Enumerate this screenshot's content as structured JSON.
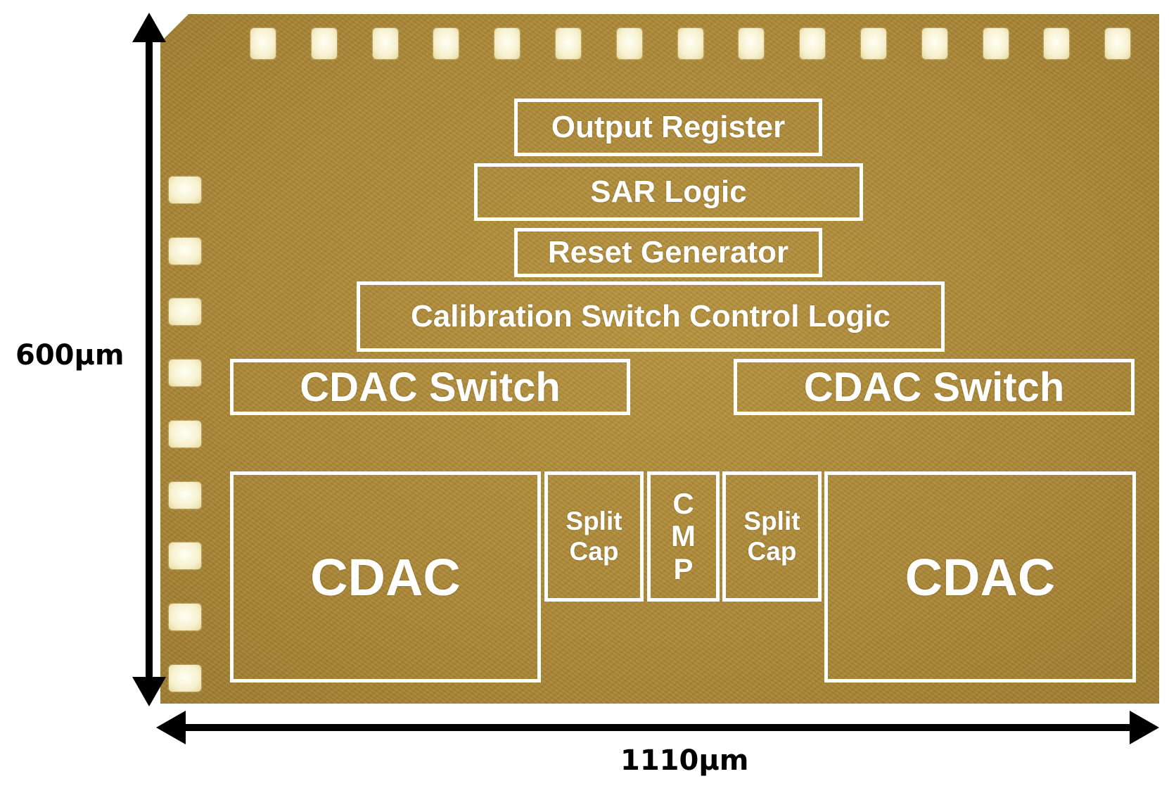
{
  "die": {
    "blocks": {
      "output_register": "Output Register",
      "sar_logic": "SAR Logic",
      "reset_generator": "Reset Generator",
      "calibration_logic": "Calibration Switch Control Logic",
      "cdac_switch_left": "CDAC Switch",
      "cdac_switch_right": "CDAC Switch",
      "cdac_left": "CDAC",
      "cdac_right": "CDAC",
      "split_cap_left": [
        "Split",
        "Cap"
      ],
      "split_cap_right": [
        "Split",
        "Cap"
      ],
      "comparator": [
        "C",
        "M",
        "P"
      ]
    },
    "top_pad_count": 15,
    "left_pad_count": 9,
    "colors": {
      "die": "#ae8a38",
      "outline": "#ffffff",
      "pad": "#f7f1d0",
      "arrow": "#000000"
    }
  },
  "dimensions": {
    "height_label": "600μm",
    "width_label": "1110μm"
  }
}
